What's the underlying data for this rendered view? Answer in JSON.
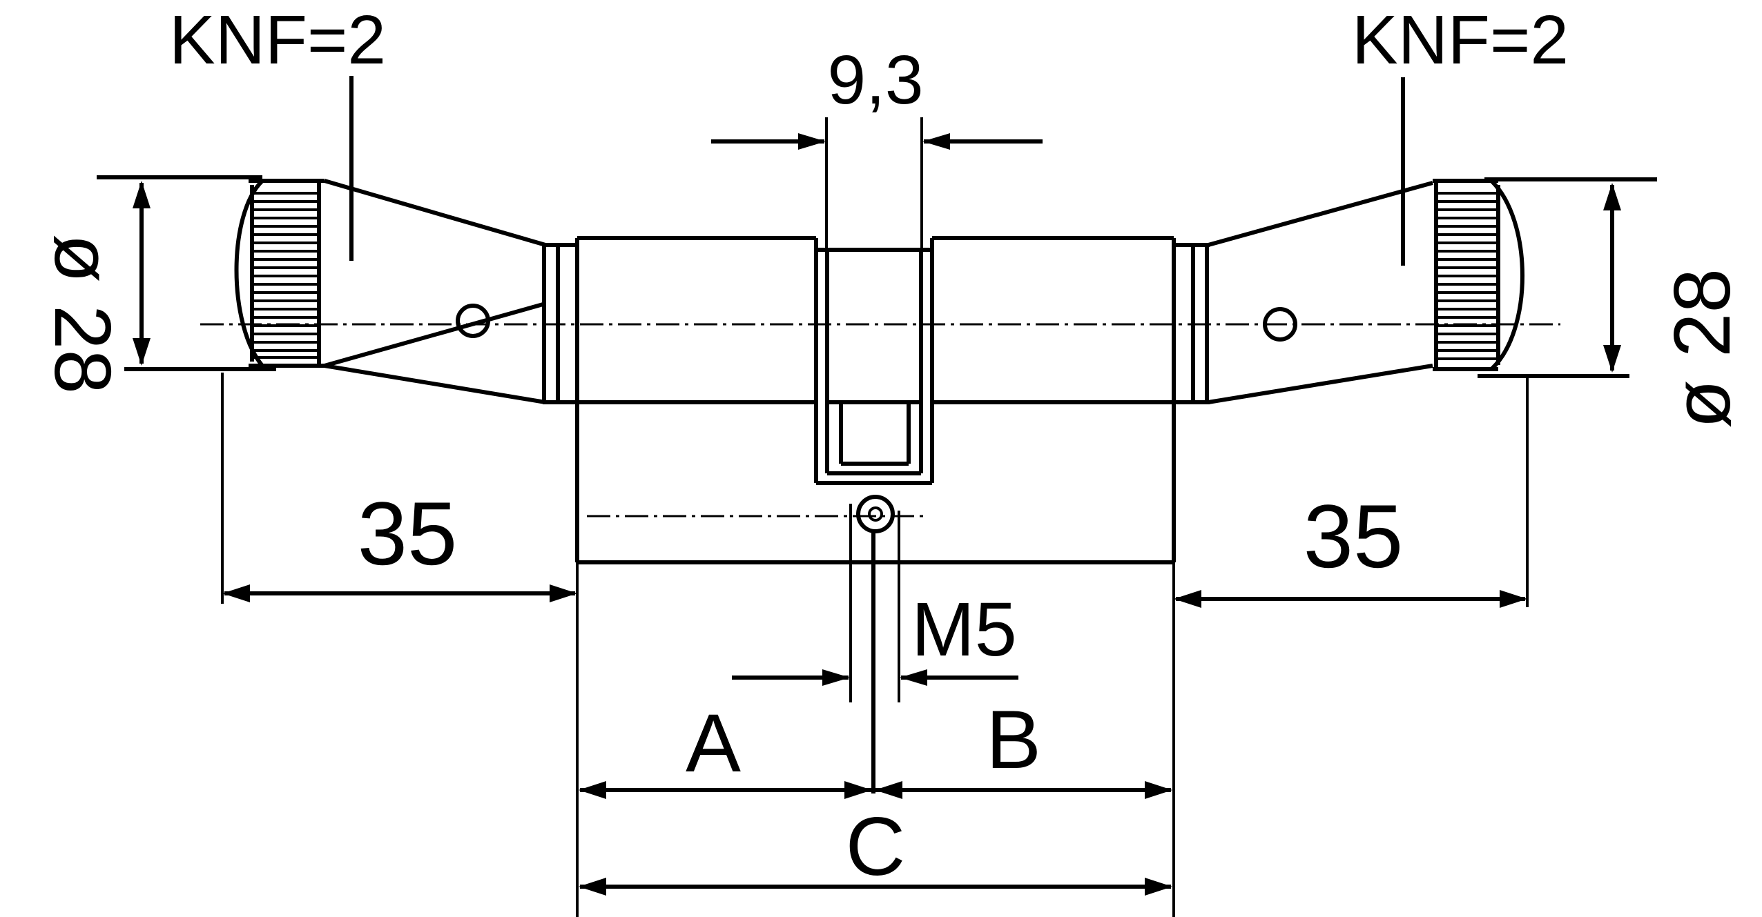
{
  "labels": {
    "knf_left": "KNF=2",
    "knf_right": "KNF=2",
    "dim_top": "9,3",
    "dia_left": "ø 28",
    "dia_right": "ø 28",
    "len_left": "35",
    "len_right": "35",
    "thread": "M5",
    "dim_a": "A",
    "dim_b": "B",
    "dim_c": "C"
  }
}
